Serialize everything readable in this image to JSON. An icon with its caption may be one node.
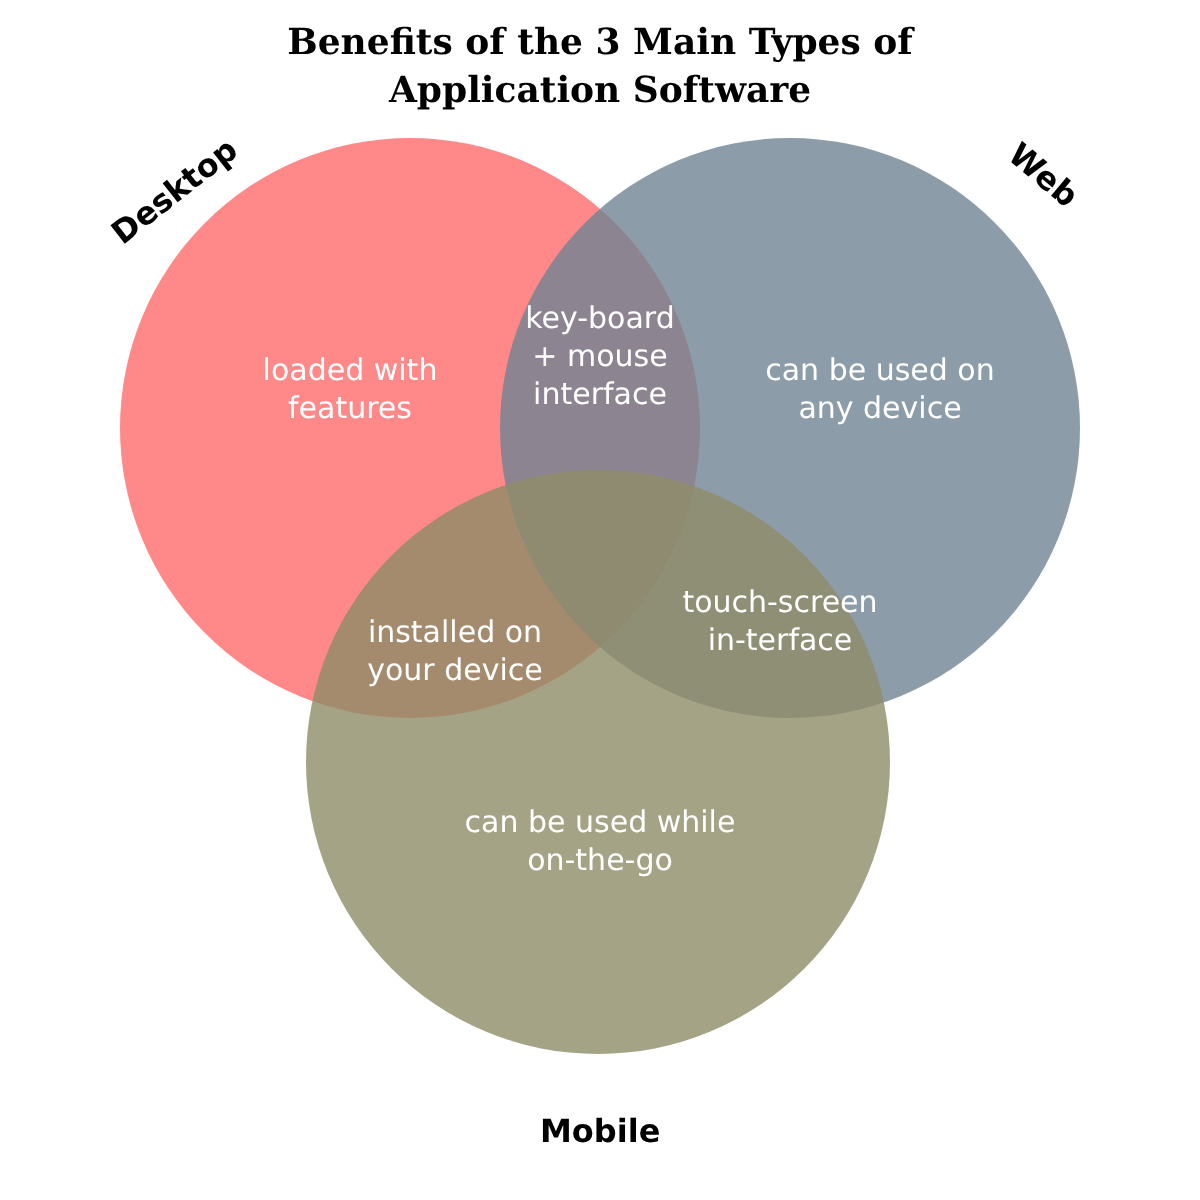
{
  "diagram": {
    "title": "Benefits of the 3 Main Types of Application Software",
    "nodes": [
      {
        "text": [
          "Desktop",
          "loaded with features"
        ]
      },
      {
        "text": [
          "Web",
          "can be used on any device"
        ]
      },
      {
        "text": [
          "can be used while on-the-go",
          "Mobile"
        ]
      }
    ],
    "edges": [],
    "labels": [
      "key-board + mouse interface",
      "installed on your device",
      "touch-screen in-terface"
    ]
  }
}
